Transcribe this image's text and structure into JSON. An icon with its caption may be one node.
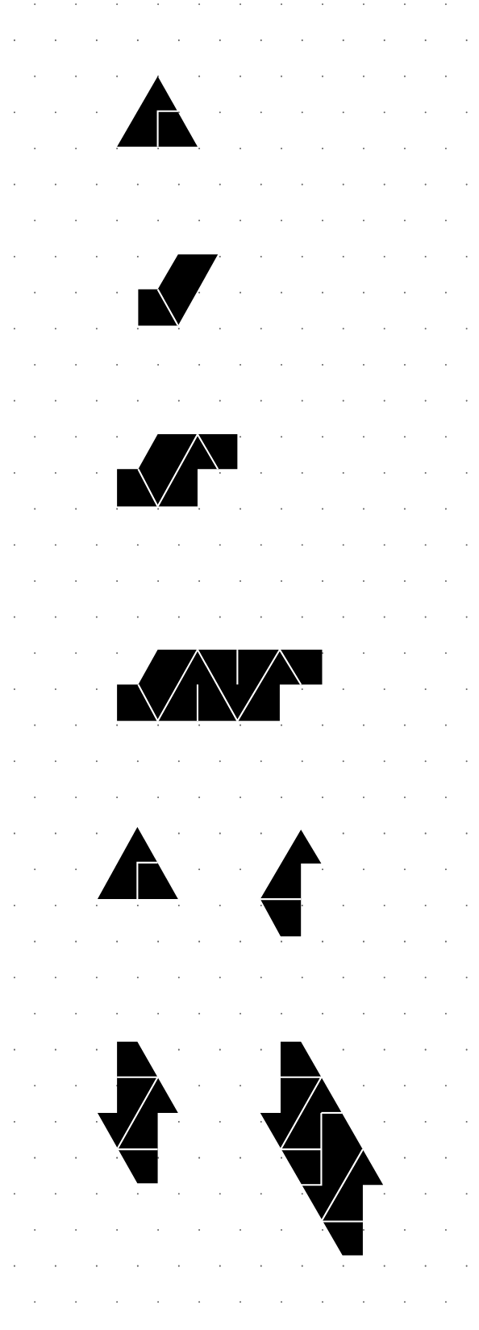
{
  "diagram": {
    "nodes": [
      {
        "text": [],
        "shape": "polygon"
      },
      {
        "text": [],
        "shape": "polygon"
      },
      {
        "text": [],
        "shape": "polygon"
      },
      {
        "text": [],
        "shape": "polygon"
      },
      {
        "text": [],
        "shape": "polygon"
      },
      {
        "text": [],
        "shape": "polygon"
      },
      {
        "text": [],
        "shape": "polygon"
      },
      {
        "text": [],
        "shape": "polygon"
      }
    ]
  }
}
